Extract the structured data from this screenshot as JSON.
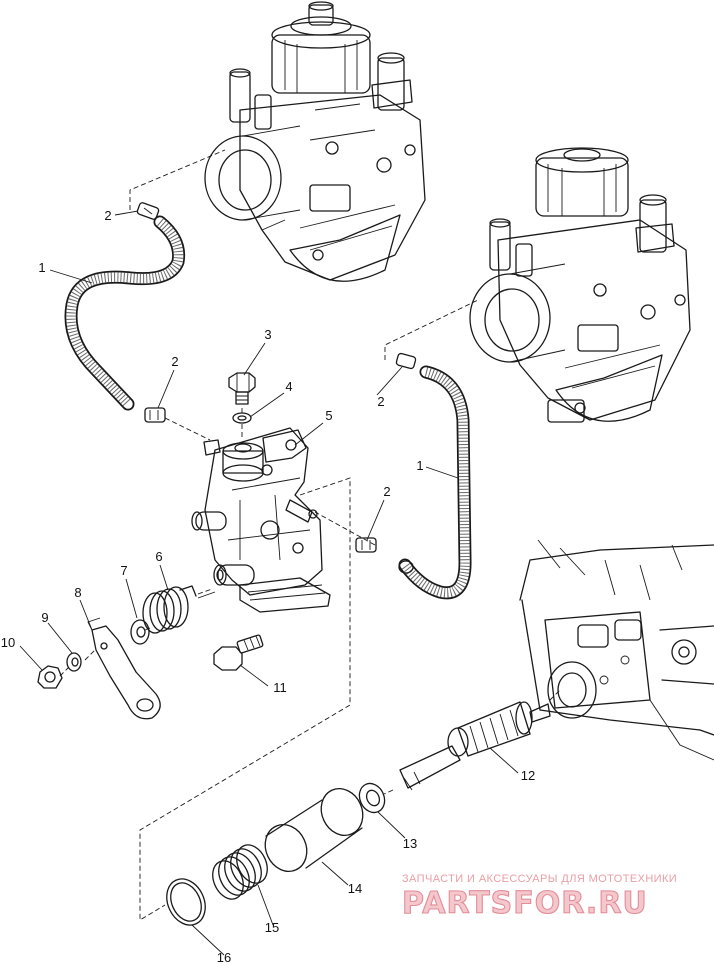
{
  "callouts": {
    "c1a": "1",
    "c1b": "1",
    "c2a": "2",
    "c2b": "2",
    "c2c": "2",
    "c2d": "2",
    "c3": "3",
    "c4": "4",
    "c5": "5",
    "c6": "6",
    "c7": "7",
    "c8": "8",
    "c9": "9",
    "c10": "10",
    "c11": "11",
    "c12": "12",
    "c13": "13",
    "c14": "14",
    "c15": "15",
    "c16": "16"
  },
  "watermark": {
    "tagline": "ЗАПЧАСТИ И АКСЕССУАРЫ ДЛЯ МОТОТЕХНИКИ",
    "brand": "PARTSFOR.RU"
  },
  "colors": {
    "line": "#1a1a1a",
    "watermark_text": "#e8a0a6",
    "watermark_fill": "#f3c7cc"
  }
}
